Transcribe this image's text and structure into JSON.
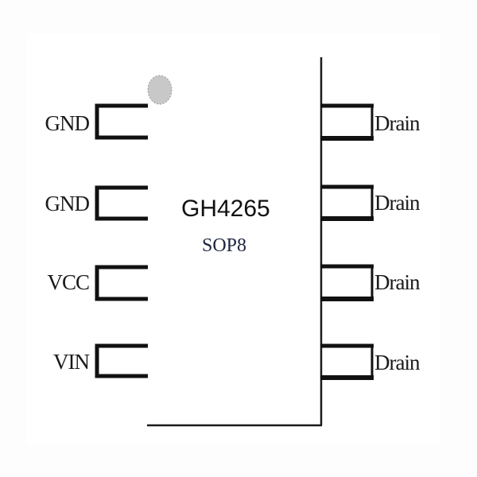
{
  "chip": {
    "part_number": "GH4265",
    "package": "SOP8",
    "pin1_marker": "pin1-dot",
    "body_color": "#ffffff",
    "outline_color": "#1a1a1a",
    "marker_color": "#c8c8c8"
  },
  "left_pins": [
    {
      "label": "GND"
    },
    {
      "label": "GND"
    },
    {
      "label": "VCC"
    },
    {
      "label": "VIN"
    }
  ],
  "right_pins": [
    {
      "label": "Drain"
    },
    {
      "label": "Drain"
    },
    {
      "label": "Drain"
    },
    {
      "label": "Drain"
    }
  ]
}
